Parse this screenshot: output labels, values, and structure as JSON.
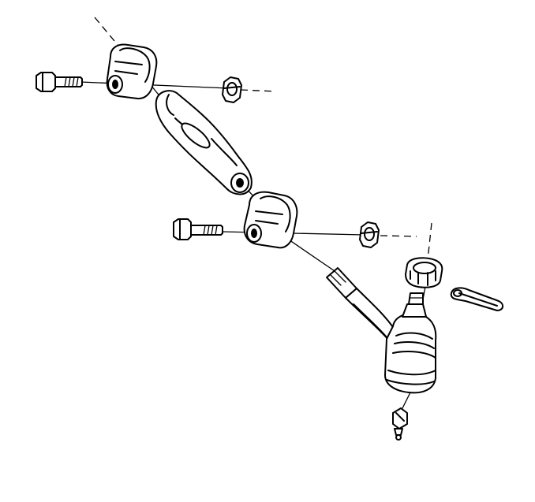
{
  "diagram": {
    "background": "#ffffff",
    "ink": "#000000",
    "parts": [
      "upper-bolt",
      "upper-clamp",
      "upper-nut",
      "adjuster-sleeve",
      "lower-bolt",
      "lower-clamp",
      "lower-nut",
      "castle-nut",
      "cotter-pin",
      "tie-rod-end",
      "grease-fitting"
    ]
  }
}
